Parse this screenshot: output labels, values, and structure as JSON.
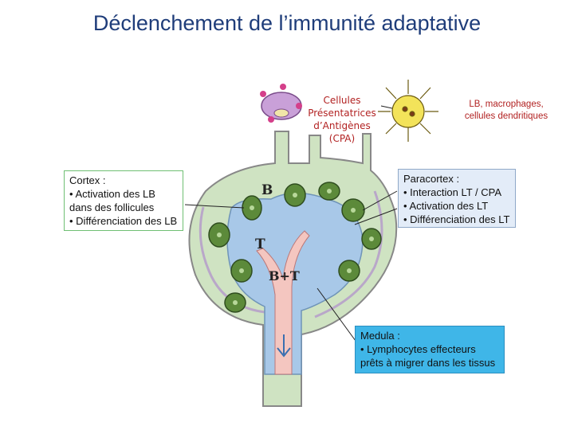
{
  "title": "Déclenchement de l’immunité adaptative",
  "cpa_label": [
    "Cellules",
    "Présentatrices",
    "d’Antigènes",
    "(CPA)"
  ],
  "cells_label": [
    "LB, macrophages,",
    "cellules dendritiques"
  ],
  "cortex_box": [
    "Cortex :",
    "• Activation des LB",
    "dans des follicules",
    "• Différenciation des LB"
  ],
  "paracortex_box": [
    "Paracortex :",
    "• Interaction LT / CPA",
    "• Activation des LT",
    "• Différenciation des LT"
  ],
  "medula_box": [
    "Medula :",
    "• Lymphocytes effecteurs",
    "prêts à migrer dans les tissus"
  ],
  "zone_labels": {
    "b": "B",
    "t": "T",
    "bt": "B+T"
  },
  "colors": {
    "title": "#1f3d7a",
    "cortex": "#d3e8c6",
    "paracortex": "#a8c8e8",
    "medula_vessel": "#f4c6c0",
    "follicle": "#5c8a3a",
    "medula_box": "#3fb6e8",
    "label_red": "#b22222"
  }
}
